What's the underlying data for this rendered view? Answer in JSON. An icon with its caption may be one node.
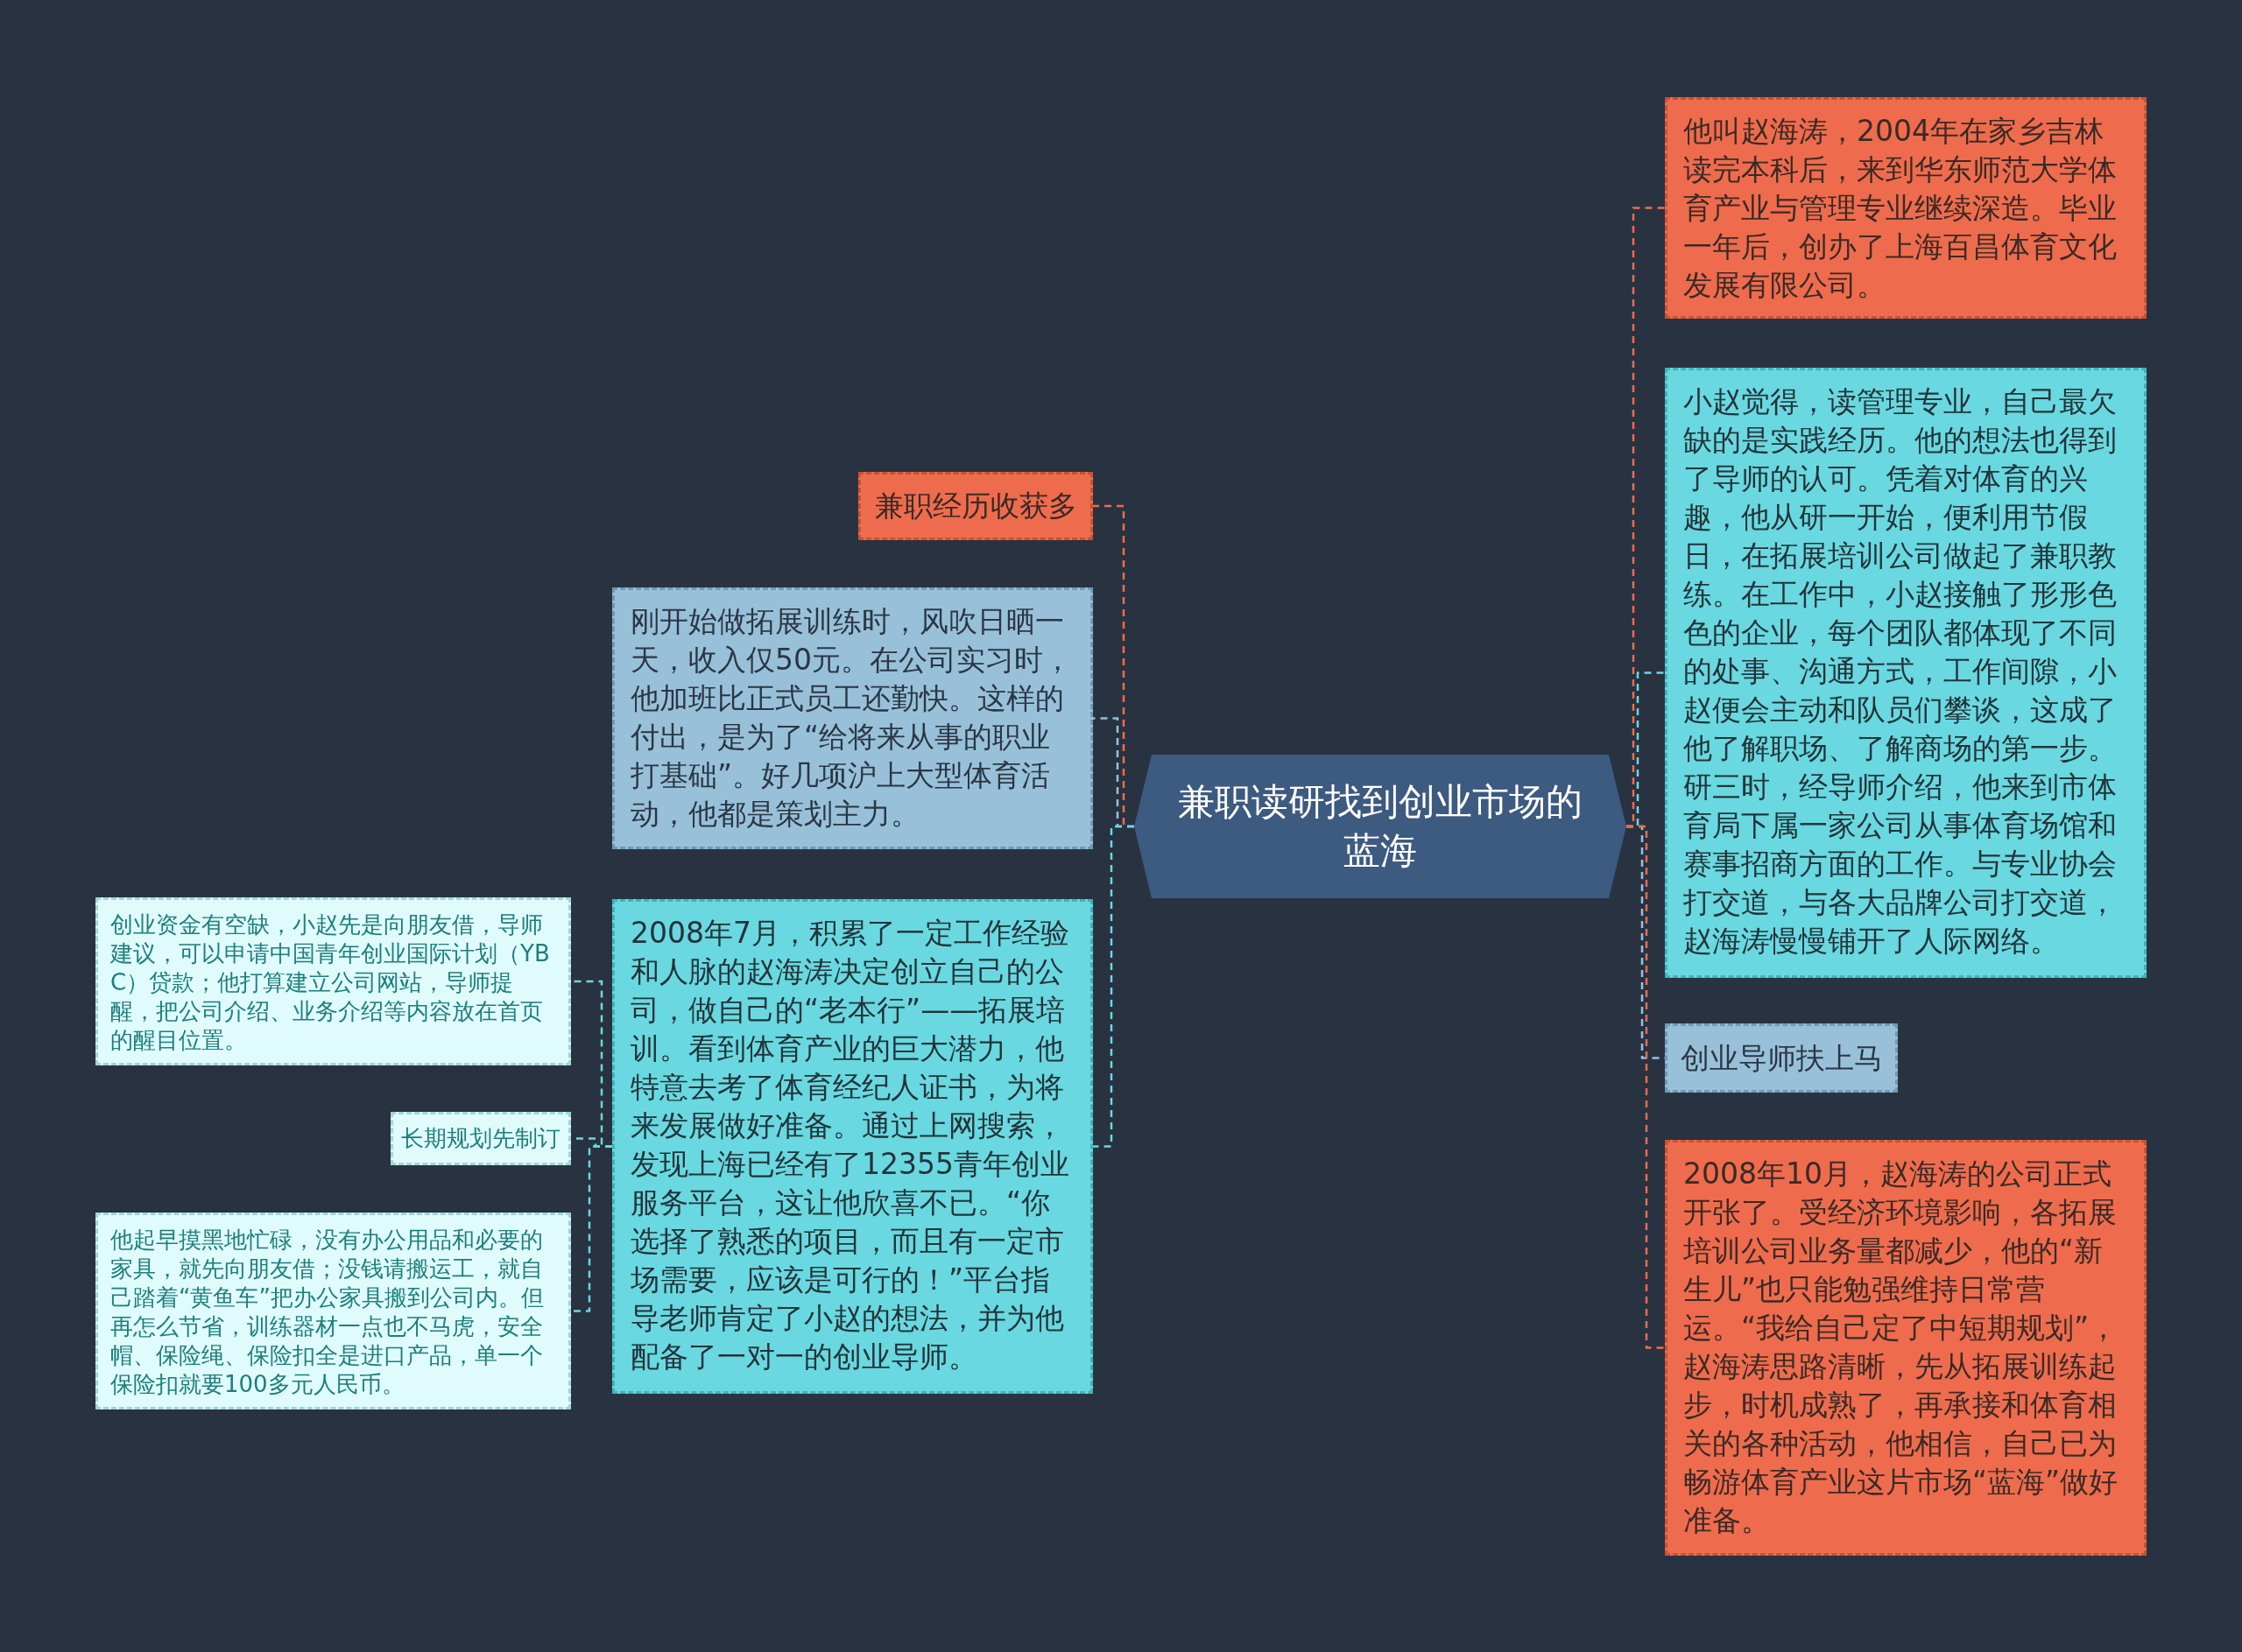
{
  "diagram": {
    "nodes": [
      {
        "text": [
          "兼职读研找到创业市场的蓝海"
        ]
      },
      {
        "text": [
          "兼职经历收获多"
        ]
      },
      {
        "text": [
          "刚开始做拓展训练时，风吹日晒一天，收入仅50元。在公司实习时，他加班比正式员工还勤快。这样的付出，是为了“给将来从事的职业打基础”。好几项沪上大型体育活动，他都是策划主力。"
        ]
      },
      {
        "text": [
          "2008年7月，积累了一定工作经验和人脉的赵海涛决定创立自己的公司，做自己的“老本行”——拓展培训。看到体育产业的巨大潜力，他特意去考了体育经纪人证书，为将来发展做好准备。通过上网搜索，发现上海已经有了12355青年创业服务平台，这让他欣喜不已。“你选择了熟悉的项目，而且有一定市场需要，应该是可行的！”平台指导老师肯定了小赵的想法，并为他配备了一对一的创业导师。"
        ]
      },
      {
        "text": [
          "创业资金有空缺，小赵先是向朋友借，导师建议，可以申请中国青年创业国际计划（YBC）贷款；他打算建立公司网站，导师提醒，把公司介绍、业务介绍等内容放在首页的醒目位置。"
        ]
      },
      {
        "text": [
          "长期规划先制订"
        ]
      },
      {
        "text": [
          "他起早摸黑地忙碌，没有办公用品和必要的家具，就先向朋友借；没钱请搬运工，就自己踏着“黄鱼车”把办公家具搬到公司内。但再怎么节省，训练器材一点也不马虎，安全帽、保险绳、保险扣全是进口产品，单一个保险扣就要100多元人民币。"
        ]
      },
      {
        "text": [
          "他叫赵海涛，2004年在家乡吉林读完本科后，来到华东师范大学体育产业与管理专业继续深造。毕业一年后，创办了上海百昌体育文化发展有限公司。"
        ]
      },
      {
        "text": [
          "小赵觉得，读管理专业，自己最欠缺的是实践经历。他的想法也得到了导师的认可。凭着对体育的兴趣，他从研一开始，便利用节假日，在拓展培训公司做起了兼职教练。在工作中，小赵接触了形形色色的企业，每个团队都体现了不同的处事、沟通方式，工作间隙，小赵便会主动和队员们攀谈，这成了他了解职场、了解商场的第一步。研三时，经导师介绍，他来到市体育局下属一家公司从事体育场馆和赛事招商方面的工作。与专业协会打交道，与各大品牌公司打交道，赵海涛慢慢铺开了人际网络。"
        ]
      },
      {
        "text": [
          "创业导师扶上马"
        ]
      },
      {
        "text": [
          "2008年10月，赵海涛的公司正式开张了。受经济环境影响，各拓展培训公司业务量都减少，他的“新生儿”也只能勉强维持日常营运。“我给自己定了中短期规划”，赵海涛思路清晰，先从拓展训练起步，时机成熟了，再承接和体育相关的各种活动，他相信，自己已为畅游体育产业这片市场“蓝海”做好准备。"
        ]
      }
    ],
    "edges": [
      {
        "from": 0,
        "to": 1,
        "arrow": "none",
        "style": "dashed",
        "color": "#ee6c4d"
      },
      {
        "from": 0,
        "to": 2,
        "arrow": "none",
        "style": "dashed",
        "color": "#98c1d9"
      },
      {
        "from": 0,
        "to": 3,
        "arrow": "none",
        "style": "dashed"
      },
      {
        "from": 3,
        "to": 4,
        "arrow": "none",
        "style": "dashed"
      },
      {
        "from": 3,
        "to": 5,
        "arrow": "none",
        "style": "dashed"
      },
      {
        "from": 3,
        "to": 6,
        "arrow": "none",
        "style": "dashed"
      },
      {
        "from": 0,
        "to": 7,
        "arrow": "none",
        "style": "dashed",
        "color": "#ee6c4d"
      },
      {
        "from": 0,
        "to": 8,
        "arrow": "none",
        "style": "dashed"
      },
      {
        "from": 0,
        "to": 9,
        "arrow": "none",
        "style": "dashed",
        "color": "#98c1d9"
      },
      {
        "from": 0,
        "to": 10,
        "arrow": "none",
        "style": "dashed",
        "color": "#ee6c4d"
      }
    ]
  }
}
